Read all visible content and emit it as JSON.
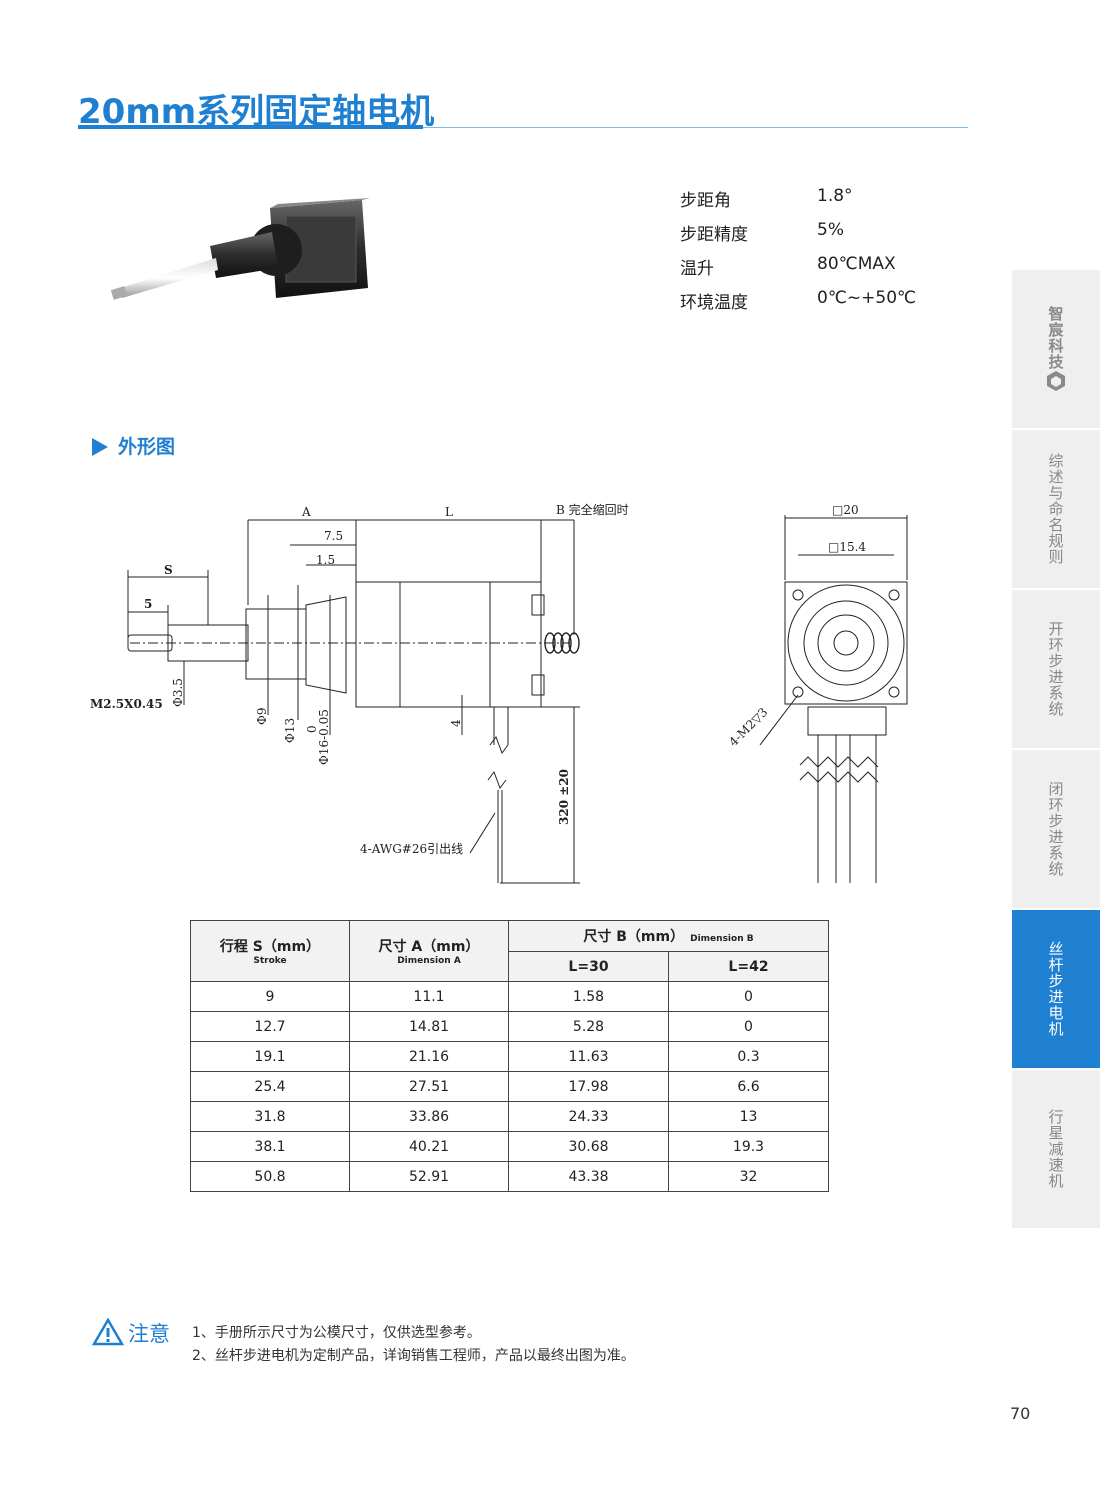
{
  "header": {
    "title": "20mm系列固定轴电机"
  },
  "specs": [
    {
      "label": "步距角",
      "value": "1.8°"
    },
    {
      "label": "步距精度",
      "value": "5%"
    },
    {
      "label": "温升",
      "value": "80℃MAX"
    },
    {
      "label": "环境温度",
      "value": "0℃~+50℃"
    }
  ],
  "section": {
    "title": "外形图"
  },
  "drawing": {
    "A": "A",
    "L": "L",
    "B_label": "B 完全缩回时",
    "d_7_5": "7.5",
    "d_1_5": "1.5",
    "S": "S",
    "d_5": "5",
    "m_thread": "M2.5X0.45",
    "phi_3_5": "Φ3.5",
    "phi_9": "Φ9",
    "phi_13": "Φ13",
    "tol_0": "0",
    "phi_16": "Φ16-0.05",
    "d_4": "4",
    "lead_len": "320 ±20",
    "wire": "4-AWG#26引出线",
    "sq20": "□20",
    "sq15_4": "□15.4",
    "holes": "4-M2▽3"
  },
  "table": {
    "col1": {
      "label": "行程 S（mm）",
      "sub": "Stroke"
    },
    "col2": {
      "label": "尺寸 A（mm）",
      "sub": "Dimension A"
    },
    "col3": {
      "label": "尺寸 B（mm）",
      "sub": "Dimension B"
    },
    "l30": "L=30",
    "l42": "L=42",
    "rows": [
      [
        "9",
        "11.1",
        "1.58",
        "0"
      ],
      [
        "12.7",
        "14.81",
        "5.28",
        "0"
      ],
      [
        "19.1",
        "21.16",
        "11.63",
        "0.3"
      ],
      [
        "25.4",
        "27.51",
        "17.98",
        "6.6"
      ],
      [
        "31.8",
        "33.86",
        "24.33",
        "13"
      ],
      [
        "38.1",
        "40.21",
        "30.68",
        "19.3"
      ],
      [
        "50.8",
        "52.91",
        "43.38",
        "32"
      ]
    ]
  },
  "sidebar": {
    "logo": "智宸科技",
    "tabs": [
      "综述与命名规则",
      "开环步进系统",
      "闭环步进系统",
      "丝杆步进电机",
      "行星减速机"
    ],
    "active": "丝杆步进电机"
  },
  "notes": {
    "label": "注意",
    "lines": [
      "1、手册所示尺寸为公模尺寸，仅供选型参考。",
      "2、丝杆步进电机为定制产品，详询销售工程师，产品以最终出图为准。"
    ]
  },
  "page_number": "70",
  "colors": {
    "accent": "#1f7fd0",
    "sidebar_bg": "#efefef"
  }
}
